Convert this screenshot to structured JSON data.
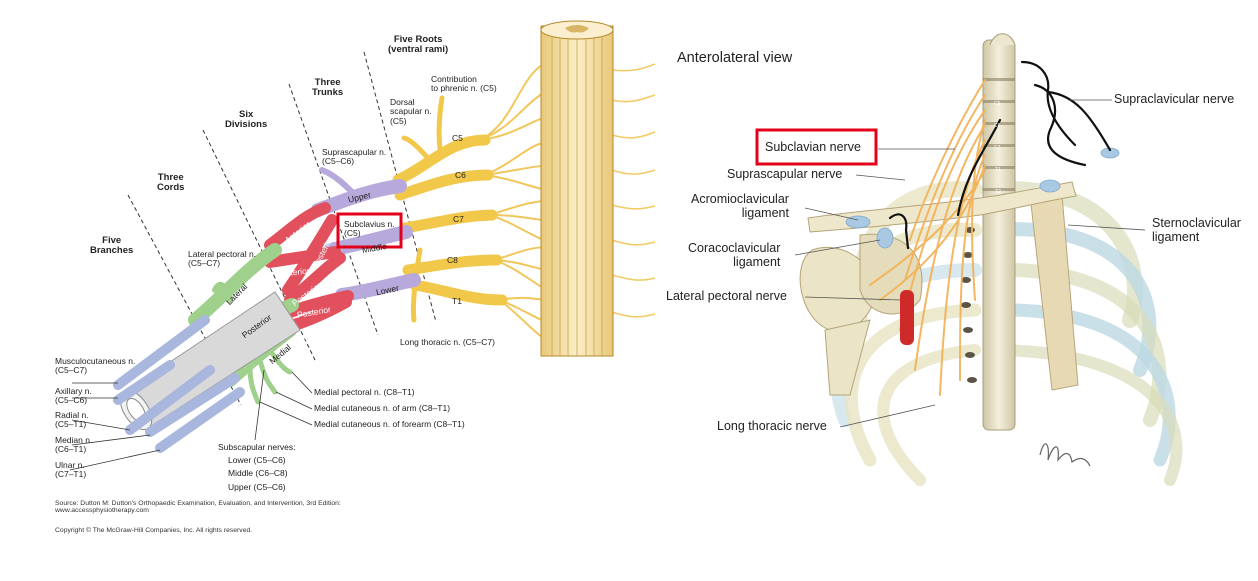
{
  "left_figure": {
    "section_headers": [
      [
        "Five Roots",
        "(ventral rami)"
      ],
      [
        "Three",
        "Trunks"
      ],
      [
        "Six",
        "Divisions"
      ],
      [
        "Three",
        "Cords"
      ],
      [
        "Five",
        "Branches"
      ]
    ],
    "root_labels": [
      "C5",
      "C6",
      "C7",
      "C8",
      "T1"
    ],
    "trunk_labels": [
      "Upper",
      "Middle",
      "Lower"
    ],
    "division_labels": [
      "Anterior",
      "Posterior",
      "Anterior",
      "Posterior",
      "Anterior",
      "Posterior"
    ],
    "cord_labels": [
      "Lateral",
      "Posterior",
      "Medial"
    ],
    "nerve_labels": {
      "phrenic": [
        "Contribution",
        "to phrenic n. (C5)"
      ],
      "dorsal_scapular": [
        "Dorsal",
        "scapular n.",
        "(C5)"
      ],
      "suprascapular": [
        "Suprascapular n.",
        "(C5–C6)"
      ],
      "subclavius": [
        "Subclavius n.",
        "(C5)"
      ],
      "lateral_pectoral": [
        "Lateral pectoral n.",
        "(C5–C7)"
      ],
      "long_thoracic": "Long thoracic n. (C5–C7)",
      "medial_pectoral": "Medial pectoral n. (C8–T1)",
      "medial_cut_arm": "Medial cutaneous n. of arm (C8–T1)",
      "medial_cut_forearm": "Medial cutaneous n. of forearm (C8–T1)",
      "musculocutaneous": [
        "Musculocutaneous n.",
        "(C5–C7)"
      ],
      "axillary": [
        "Axillary n.",
        "(C5–C6)"
      ],
      "radial": [
        "Radial n.",
        "(C5–T1)"
      ],
      "median": [
        "Median n.",
        "(C6–T1)"
      ],
      "ulnar": [
        "Ulnar n.",
        "(C7–T1)"
      ],
      "subscapular": [
        "Subscapular nerves:",
        "Lower (C5–C6)",
        "Middle (C6–C8)",
        "Upper (C5–C6)"
      ]
    },
    "source_line_1": "Source: Dutton M: Dutton's Orthopaedic Examination, Evaluation, and Intervention, 3rd Edition:",
    "source_line_2": "www.accessphysiotherapy.com",
    "copyright": "Copyright © The McGraw-Hill Companies, Inc. All rights reserved."
  },
  "right_figure": {
    "view_title": "Anterolateral view",
    "labels": {
      "supraclavicular": "Supraclavicular nerve",
      "subclavian": "Subclavian nerve",
      "suprascapular": "Suprascapular nerve",
      "acromioclavicular": [
        "Acromioclavicular",
        "ligament"
      ],
      "sternoclavicular": [
        "Sternoclavicular",
        "ligament"
      ],
      "coracoclavicular": [
        "Coracoclavicular",
        "ligament"
      ],
      "lateral_pectoral": "Lateral pectoral nerve",
      "long_thoracic": "Long thoracic nerve"
    },
    "vertebra_labels": [
      "C5",
      "C6",
      "C7",
      "T1",
      "T2"
    ],
    "signature_text": "BMcK"
  },
  "colors": {
    "highlight_box": "#e3001b",
    "roots": "#f2c84b",
    "trunks": "#b8a9dc",
    "divisions": "#e2505e",
    "cords": "#9fd08c",
    "branches": "#a9b6dd",
    "artery": "#d9d9d9",
    "spinal_cord": "#f7e3b0",
    "bone": "#eee7cf",
    "rib_blue": "#bcd8e3",
    "nerve_orange": "#f3b35a"
  }
}
